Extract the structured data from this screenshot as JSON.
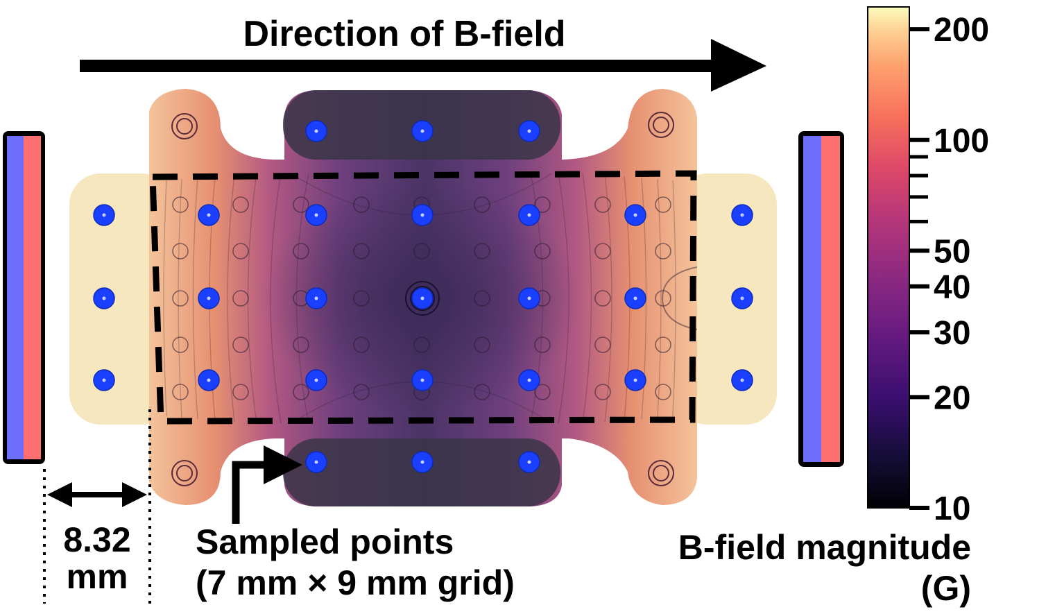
{
  "title": "Direction of B-field",
  "dimension": {
    "value": "8.32",
    "unit": "mm"
  },
  "sampled_points": {
    "line1": "Sampled points",
    "line2": "(7 mm × 9 mm grid)"
  },
  "colorbar": {
    "label_line1": "B-field magnitude",
    "label_line2": "(G)",
    "scale": "log",
    "range": [
      10,
      230
    ],
    "colormap": "magma",
    "ticks": [
      "200",
      "100",
      "50",
      "40",
      "30",
      "20",
      "10"
    ],
    "minor_ticks": [
      90,
      80,
      70,
      60
    ]
  },
  "colors": {
    "magnet_north": "#6f6ffd",
    "magnet_south": "#ff6f6f",
    "sample_point": "#1a3fff",
    "outline": "#000000"
  },
  "icons": {
    "direction": "arrow-right-icon",
    "pointer": "elbow-arrow-icon",
    "dimension": "double-arrow-icon"
  }
}
